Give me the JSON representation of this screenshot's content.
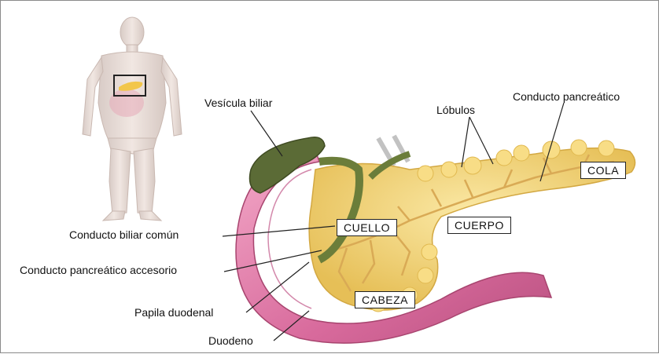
{
  "labels": {
    "vesicula": "Vesícula biliar",
    "lobulos": "Lóbulos",
    "conducto_pancreatico": "Conducto pancreático",
    "conducto_biliar": "Conducto biliar común",
    "conducto_accesorio": "Conducto pancreático accesorio",
    "papila": "Papila duodenal",
    "duodeno": "Duodeno"
  },
  "regions": {
    "cola": "COLA",
    "cuello": "CUELLO",
    "cuerpo": "CUERPO",
    "cabeza": "CABEZA"
  },
  "colors": {
    "pancreas": "#f2d77a",
    "pancreas_shadow": "#d9b44a",
    "duodenum": "#e07aa8",
    "duodenum_dark": "#b4467a",
    "gallbladder": "#5e6b3a",
    "bile_duct": "#6f7f3e",
    "body_figure": "#e9dcd6"
  }
}
